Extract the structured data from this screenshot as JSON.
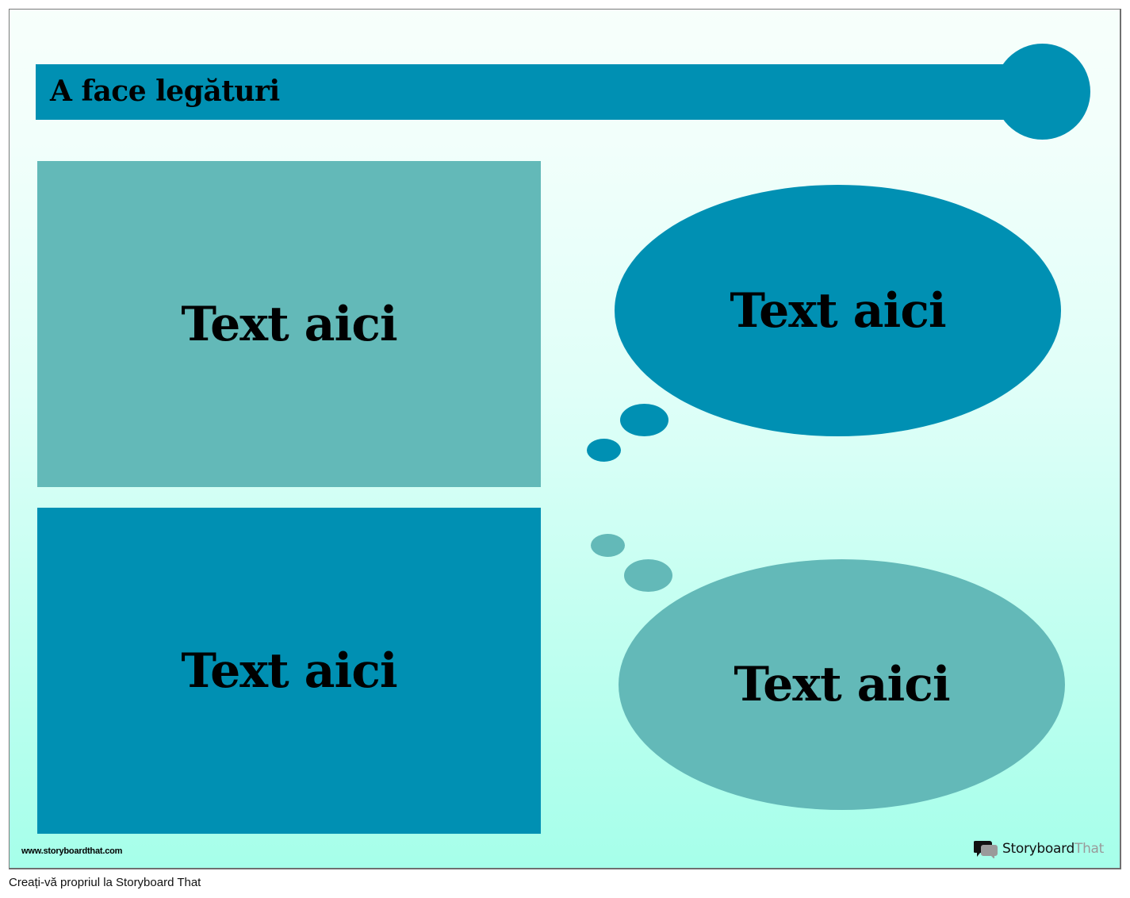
{
  "worksheet": {
    "title": "A face legături",
    "panels": [
      {
        "id": "top-left-box",
        "text": "Text aici"
      },
      {
        "id": "bottom-left-box",
        "text": "Text aici"
      },
      {
        "id": "top-right-thought-bubble",
        "text": "Text aici"
      },
      {
        "id": "bottom-right-thought-bubble",
        "text": "Text aici"
      }
    ],
    "watermark_url": "www.storyboardthat.com",
    "logo": {
      "brand": "Storyboard",
      "brand_suffix": "That",
      "icon": "speech-bubbles-icon"
    }
  },
  "footer": {
    "caption": "Creați-vă propriul la Storyboard That"
  },
  "colors": {
    "primary_teal": "#0090b3",
    "secondary_teal": "#63b9b8",
    "background_top": "#f7fffb",
    "background_bottom": "#a6ffea",
    "text": "#000000"
  }
}
